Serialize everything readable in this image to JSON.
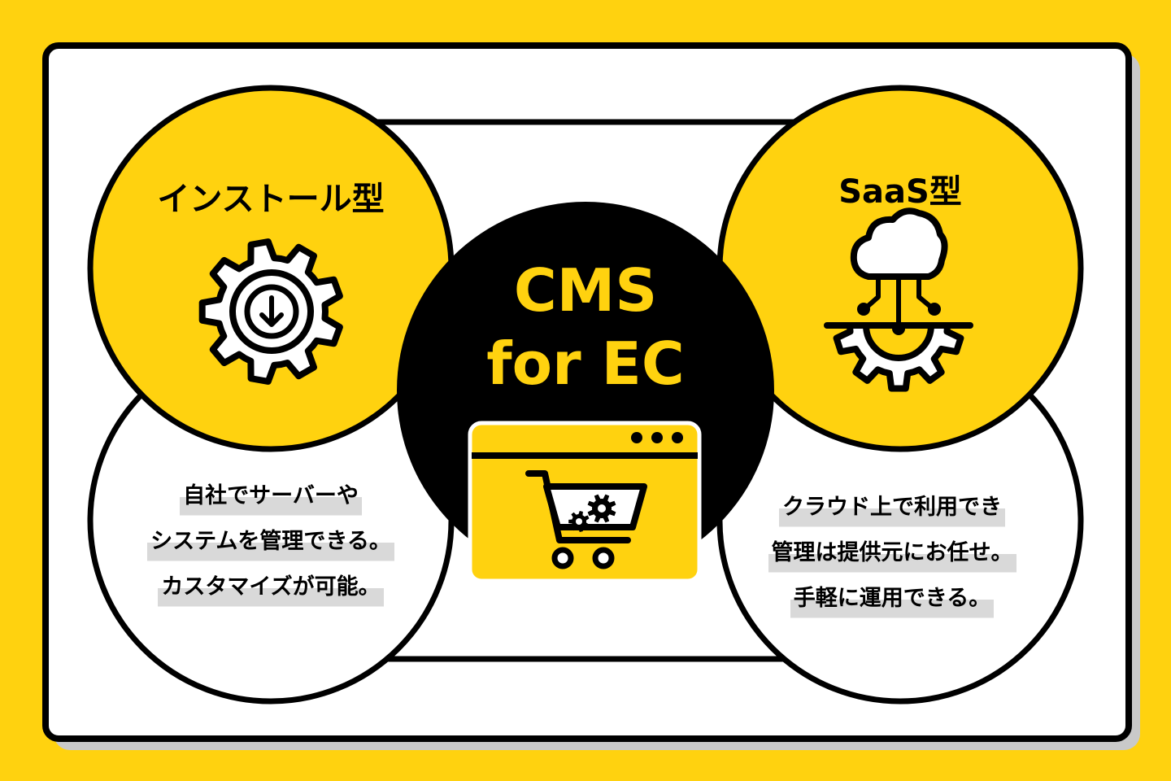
{
  "colors": {
    "background": "#FFD20F",
    "accent": "#FFD20F",
    "ink": "#000000",
    "highlight": "#D9D9D9"
  },
  "center": {
    "title_line1": "CMS",
    "title_line2": "for EC",
    "icon": "browser-shopping-cart-gear-icon"
  },
  "install": {
    "title": "インストール型",
    "icon": "gear-download-icon",
    "description": [
      "自社でサーバーや",
      "システムを管理できる。",
      "カスタマイズが可能。"
    ]
  },
  "saas": {
    "title": "SaaS型",
    "icon": "cloud-gear-icon",
    "description": [
      "クラウド上で利用でき",
      "管理は提供元にお任せ。",
      "手軽に運用できる。"
    ]
  }
}
